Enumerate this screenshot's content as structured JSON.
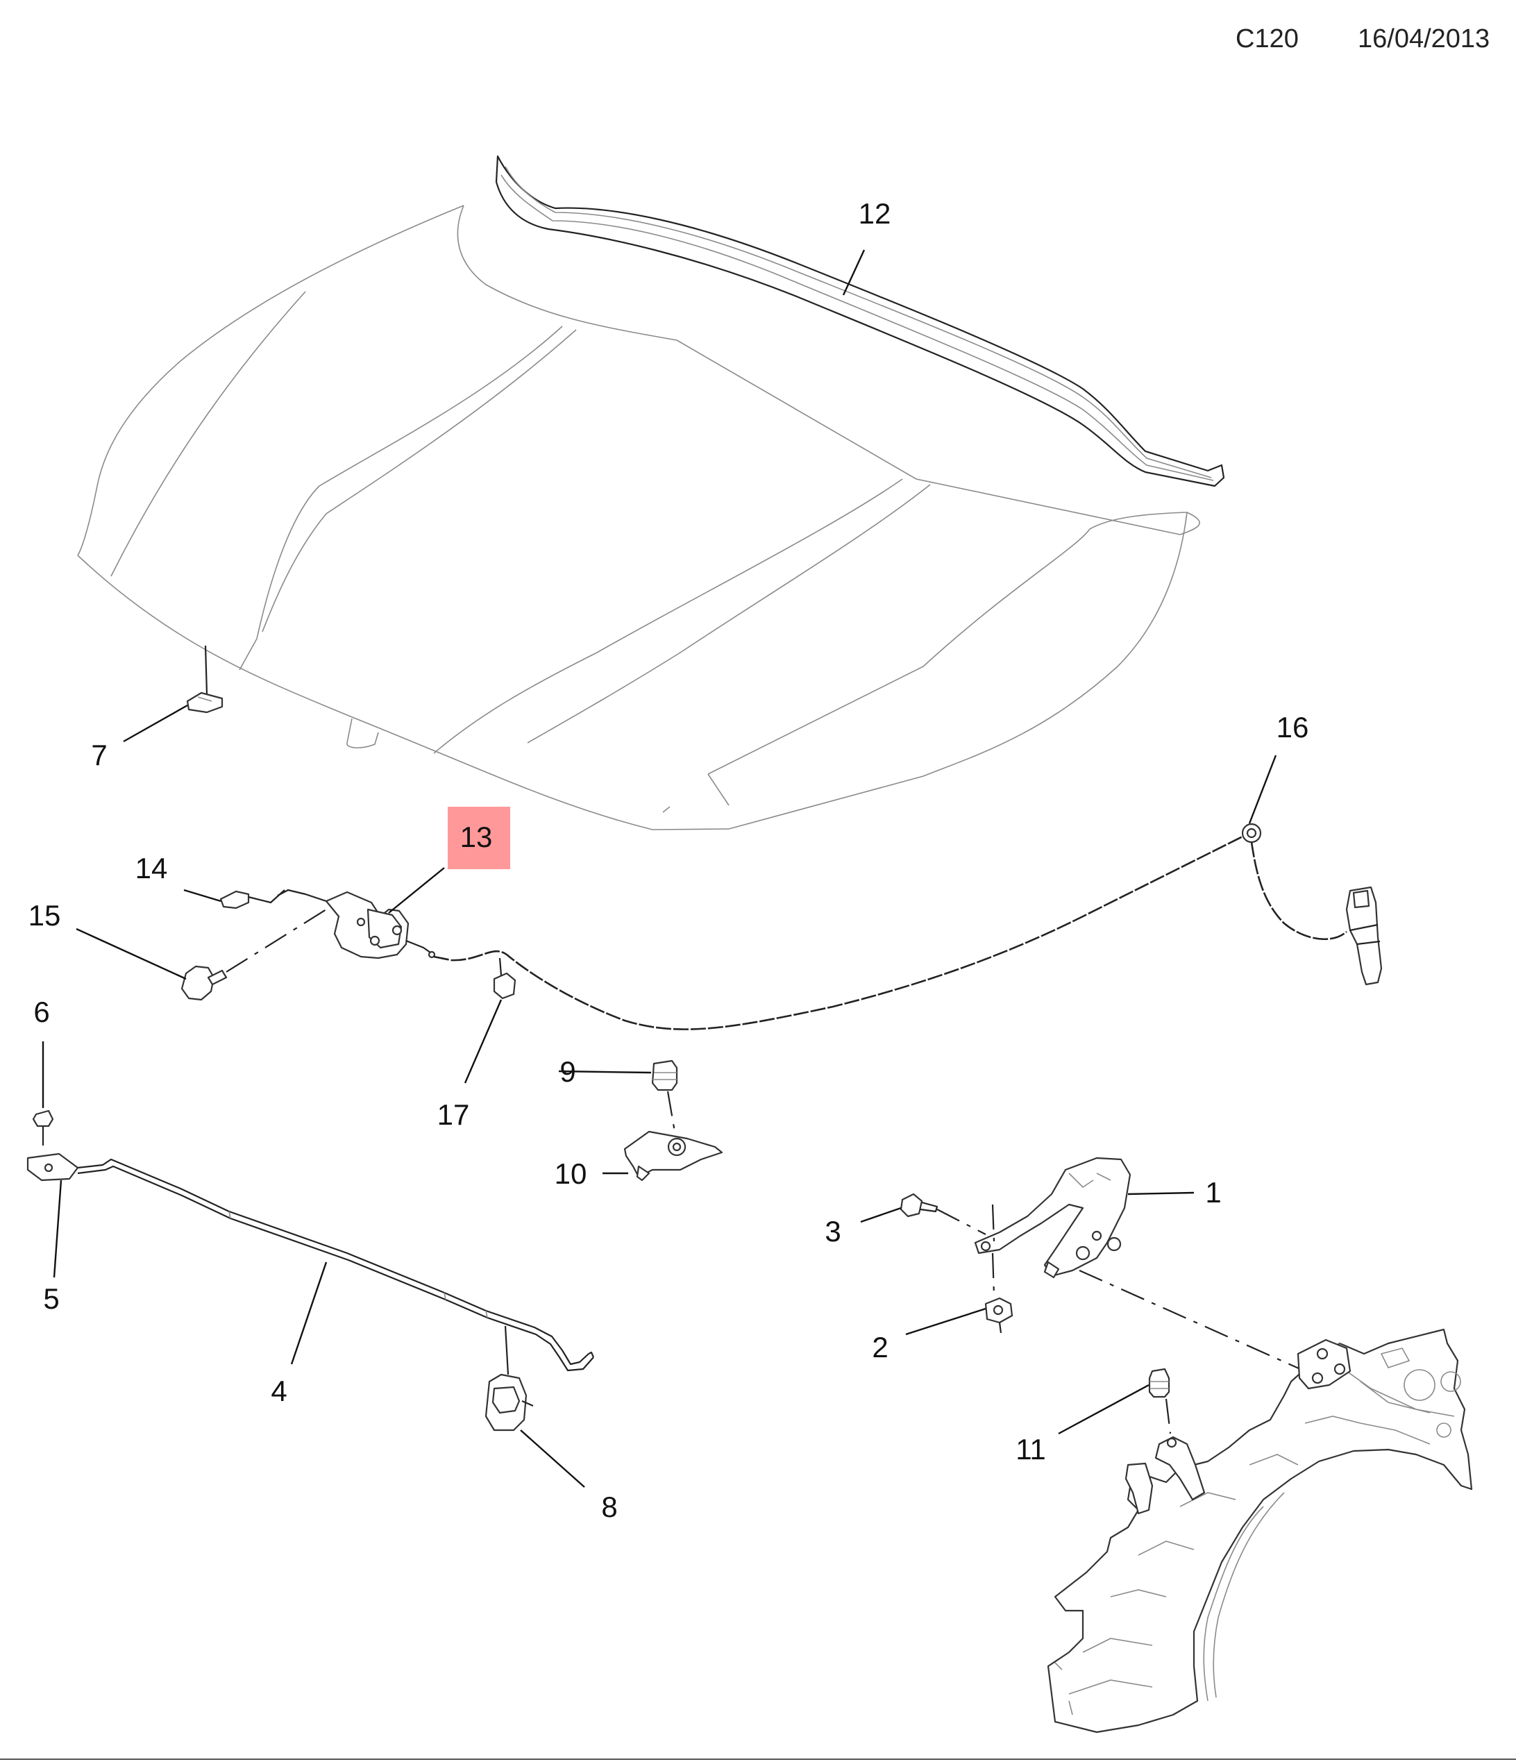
{
  "header": {
    "code": "C120",
    "date": "16/04/2013"
  },
  "callouts": {
    "c1": "1",
    "c2": "2",
    "c3": "3",
    "c4": "4",
    "c5": "5",
    "c6": "6",
    "c7": "7",
    "c8": "8",
    "c9": "9",
    "c10": "10",
    "c11": "11",
    "c12": "12",
    "c13": "13",
    "c14": "14",
    "c15": "15",
    "c16": "16",
    "c17": "17"
  },
  "highlighted_callout": "13",
  "colors": {
    "highlight": "#ff7f7f",
    "line": "#222222",
    "faint_line": "#8a8a8a"
  }
}
